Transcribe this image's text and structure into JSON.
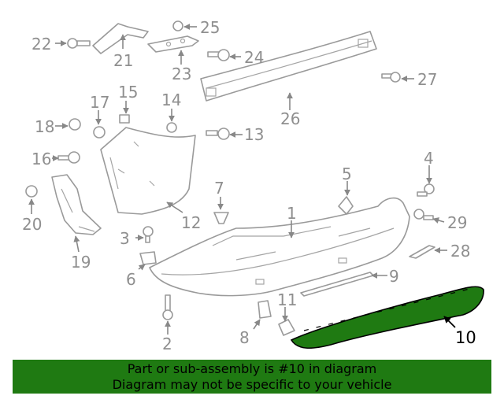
{
  "diagram": {
    "labels": [
      "1",
      "2",
      "3",
      "4",
      "5",
      "6",
      "7",
      "8",
      "9",
      "10",
      "11",
      "12",
      "13",
      "14",
      "15",
      "16",
      "17",
      "18",
      "19",
      "20",
      "21",
      "22",
      "23",
      "24",
      "25",
      "26",
      "27",
      "28",
      "29"
    ],
    "highlight_label": "10",
    "colors": {
      "highlight": "#1f7a12",
      "outline": "#9a9a9a",
      "label": "#8f8f8f"
    }
  },
  "banner": {
    "line1": "Part or sub-assembly is #10 in diagram",
    "line2": "Diagram may not be specific to your vehicle"
  }
}
